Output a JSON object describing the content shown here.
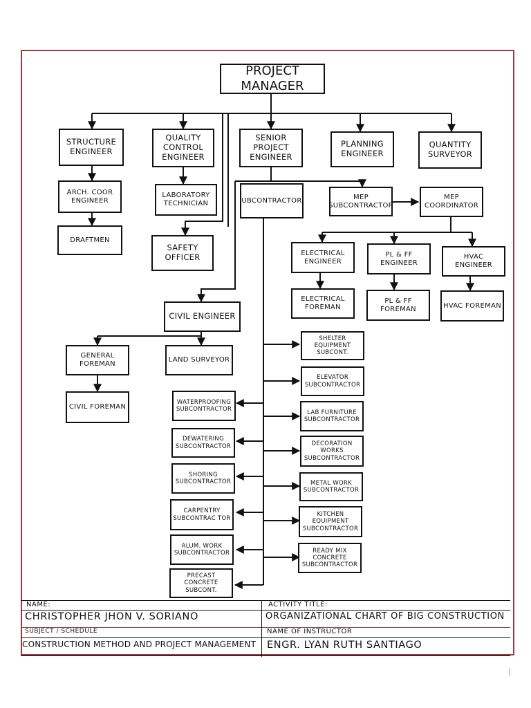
{
  "org_chart": {
    "nodes": {
      "project_manager": "PROJECT MANAGER",
      "structure_engineer": "STRUCTURE ENGINEER",
      "quality_control_engineer": "QUALITY CONTROL ENGINEER",
      "senior_project_engineer": "SENIOR PROJECT ENGINEER",
      "planning_engineer": "PLANNING ENGINEER",
      "quantity_surveyor": "QUANTITY SURVEYOR",
      "arch_coor_engineer": "ARCH. COOR ENGINEER",
      "laboratory_technician": "LABORATORY TECHNICIAN",
      "draftmen": "DRAFTMEN",
      "safety_officer": "SAFETY OFFICER",
      "subcontractors": "SUBCONTRACTORS",
      "mep_subcontractor": "MEP SUBCONTRACTOR",
      "mep_coordinator": "MEP COORDINATOR",
      "electrical_engineer": "ELECTRICAL ENGINEER",
      "pl_ff_engineer": "PL & FF ENGINEER",
      "hvac_engineer": "HVAC ENGINEER",
      "electrical_foreman": "ELECTRICAL FOREMAN",
      "pl_ff_foreman": "PL & FF FOREMAN",
      "hvac_foreman": "HVAC FOREMAN",
      "civil_engineer": "CIVIL ENGINEER",
      "general_foreman": "GENERAL FOREMAN",
      "land_surveyor": "LAND SURVEYOR",
      "civil_foreman": "CIVIL FOREMAN",
      "waterproofing_sub": "WATERPROOFING SUBCONTRACTOR",
      "dewatering_sub": "DEWATERING SUBCONTRACTOR",
      "shoring_sub": "SHORING SUBCONTRACTOR",
      "carpentry_sub": "CARPENTRY SUBCONTRAC TOR",
      "alum_work_sub": "ALUM. WORK SUBCONTRACTOR",
      "precast_sub": "PRECAST CONCRETE SUBCONT.",
      "shelter_sub": "SHELTER EQUIPMENT SUBCONT.",
      "elevator_sub": "ELEVATOR SUBCONTRACTOR",
      "lab_furniture_sub": "LAB FURNITURE SUBCONTRACTOR",
      "decoration_sub": "DECORATION WORKS SUBCONTRACTOR",
      "metal_work_sub": "METAL WORK SUBCONTRACTOR",
      "kitchen_sub": "KITCHEN EQUIPMENT SUBCONTRACTOR",
      "ready_mix_sub": "READY MIX CONCRETE SUBCONTRACTOR"
    }
  },
  "title_block": {
    "name_label": "NAME:",
    "name_value": "CHRISTOPHER JHON V. SORIANO",
    "activity_label": "ACTIVITY TITLE:",
    "activity_value": "ORGANIZATIONAL CHART OF BIG CONSTRUCTION",
    "subject_label": "SUBJECT / SCHEDULE",
    "subject_value": "CONSTRUCTION METHOD AND PROJECT MANAGEMENT",
    "instructor_label": "NAME OF INSTRUCTOR",
    "instructor_value": "ENGR. LYAN RUTH SANTIAGO"
  },
  "colors": {
    "border_accent": "#9b3a42",
    "line": "#111111"
  }
}
